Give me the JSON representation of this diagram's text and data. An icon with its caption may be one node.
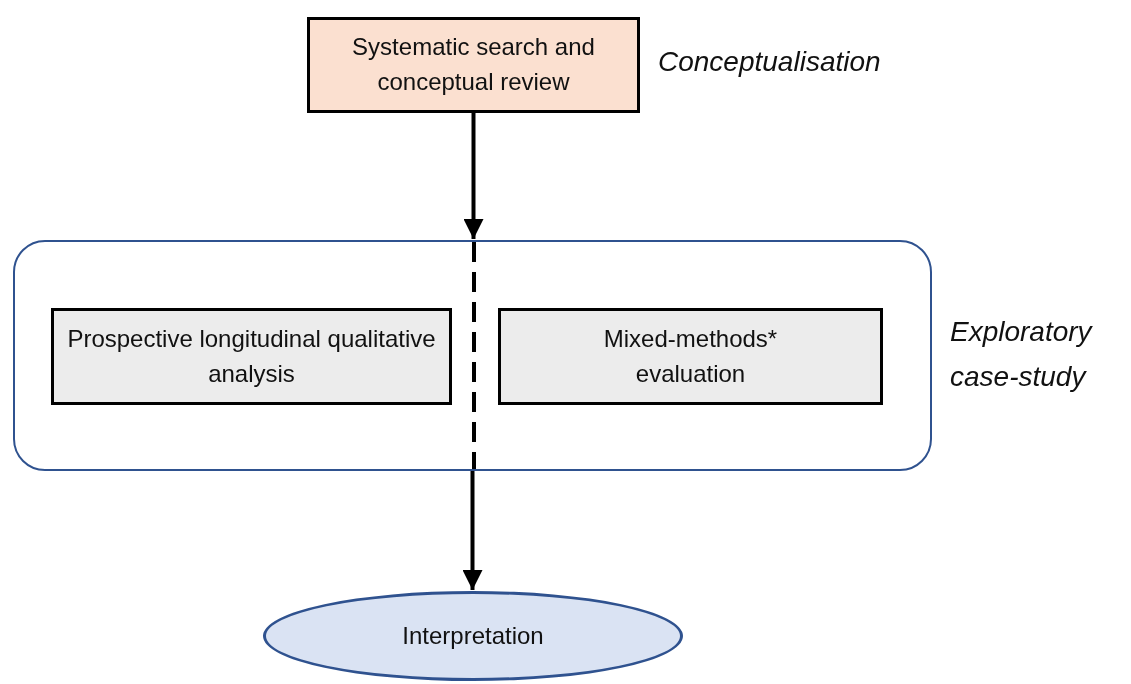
{
  "diagram": {
    "nodes": [
      {
        "text": [
          "Systematic search and conceptual review"
        ],
        "beside": [
          "Conceptualisation"
        ]
      },
      {
        "text": [],
        "shape": "box",
        "beside": [
          "Exploratory case-study"
        ]
      },
      {
        "text": [
          "Prospective longitudinal qualitative analysis"
        ],
        "in": 1
      },
      {
        "text": [
          "Mixed-methods* evaluation"
        ],
        "in": 1
      },
      {
        "text": [
          "Interpretation"
        ]
      }
    ],
    "edges": [
      {
        "from": 0,
        "to": 1,
        "arrow": "to"
      },
      {
        "from": 1,
        "to": 4,
        "arrow": "to"
      }
    ]
  }
}
